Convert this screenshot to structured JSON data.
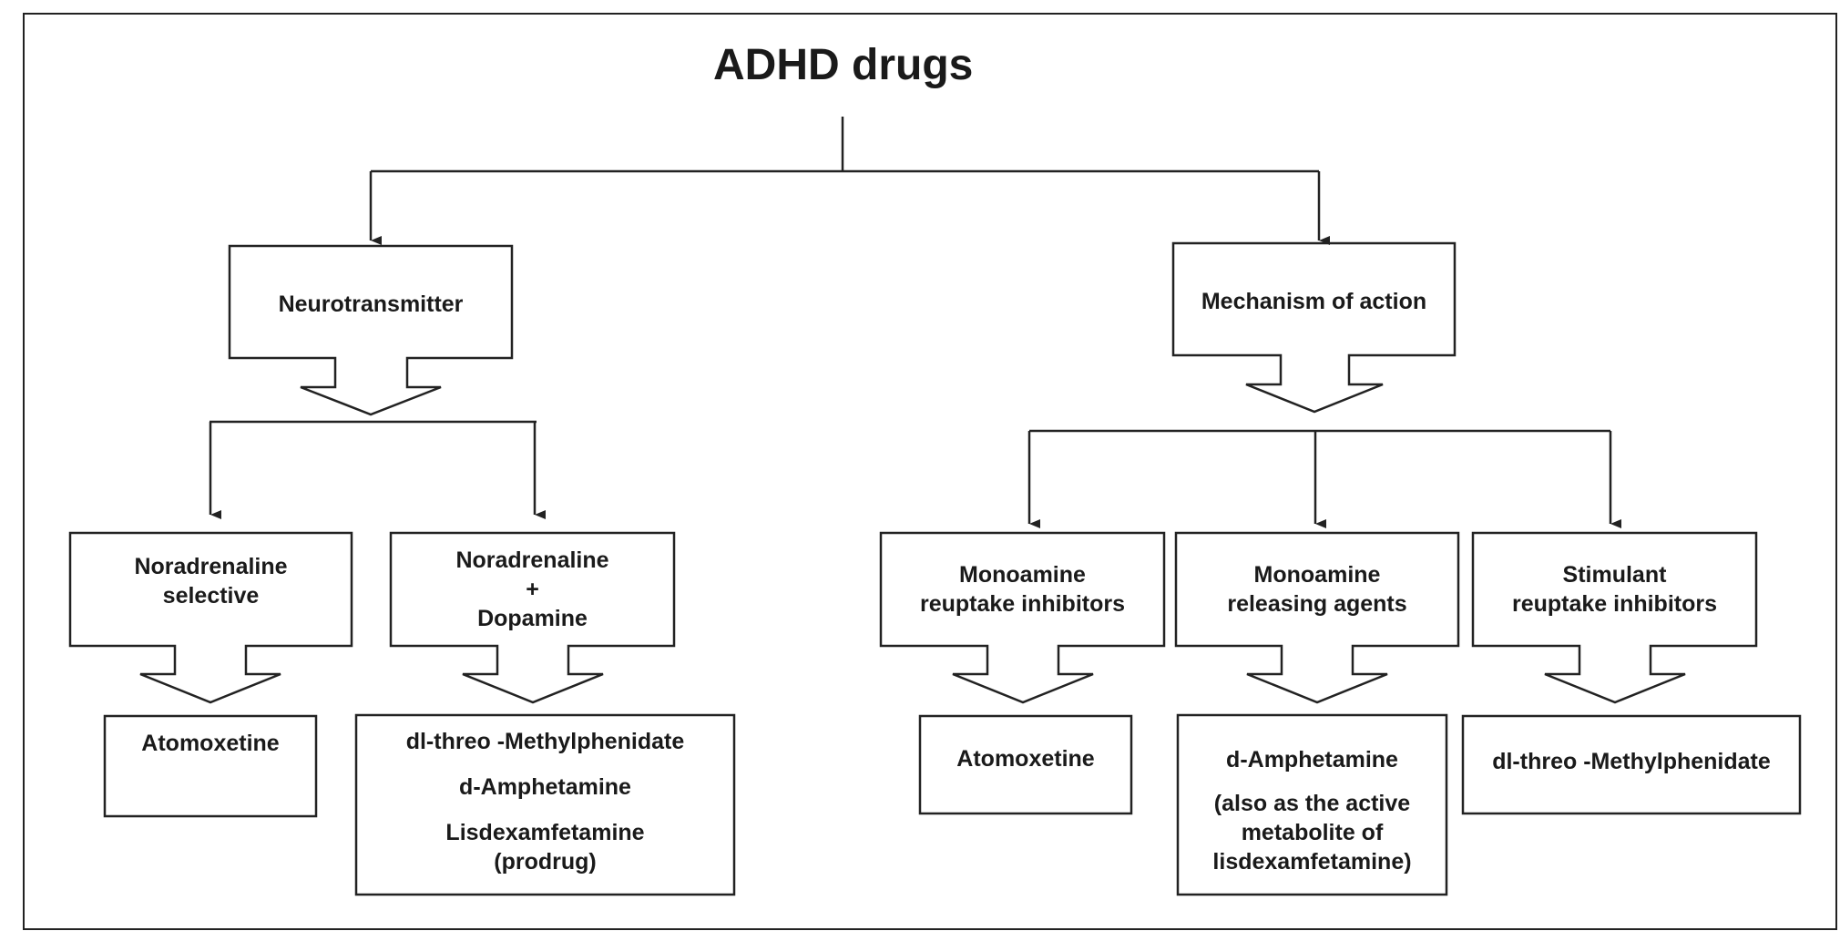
{
  "title": "ADHD drugs",
  "branches": {
    "neurotransmitter": {
      "label": "Neurotransmitter",
      "selective": {
        "label": "Noradrenaline\nselective",
        "drugs": [
          "Atomoxetine"
        ]
      },
      "combined": {
        "label": "Noradrenaline\n+\nDopamine",
        "drugs": [
          "dl-threo -Methylphenidate",
          "d-Amphetamine",
          "Lisdexamfetamine\n(prodrug)"
        ]
      }
    },
    "mechanism": {
      "label": "Mechanism of action",
      "reuptake": {
        "label": "Monoamine\nreuptake inhibitors",
        "drugs": [
          "Atomoxetine"
        ]
      },
      "releasing": {
        "label": "Monoamine\nreleasing agents",
        "drugs": [
          "d-Amphetamine",
          "(also as the active\nmetabolite of\nlisdexamfetamine)"
        ]
      },
      "stimulant": {
        "label": "Stimulant\nreuptake inhibitors",
        "drugs": [
          "dl-threo -Methylphenidate"
        ]
      }
    }
  }
}
